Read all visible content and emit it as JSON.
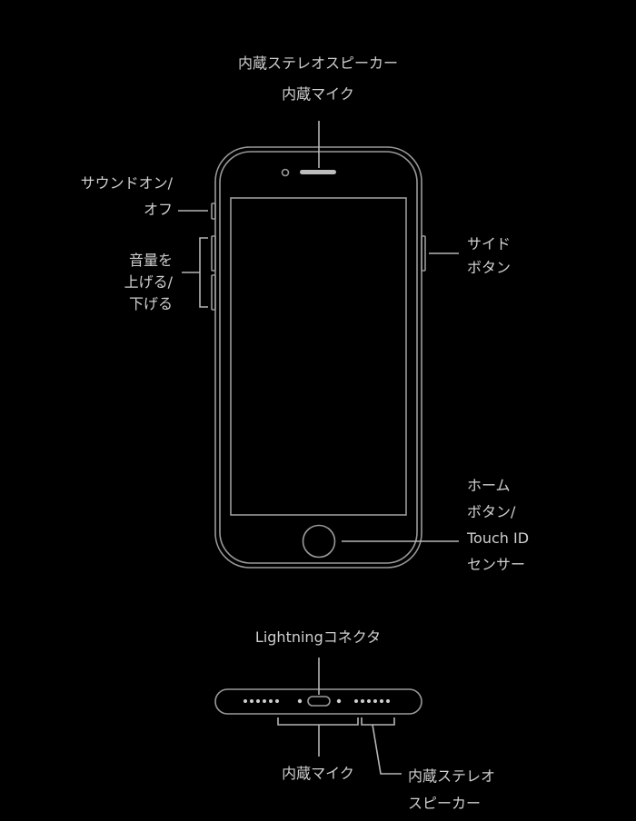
{
  "labels": {
    "speaker_top": "内蔵ステレオスピーカー",
    "mic_top": "内蔵マイク",
    "ring_switch": [
      "サウンドオン/",
      "オフ"
    ],
    "volume": [
      "音量を",
      "上げる/",
      "下げる"
    ],
    "side_button": [
      "サイド",
      "ボタン"
    ],
    "home_button": [
      "ホーム",
      "ボタン/",
      "Touch ID",
      "センサー"
    ],
    "lightning": "Lightningコネクタ",
    "mic_bottom": "内蔵マイク",
    "speaker_bottom": [
      "内蔵ステレオ",
      "スピーカー"
    ]
  },
  "colors": {
    "background": "#000000",
    "outline": "#9a9a9a",
    "text": "#cfcfcf"
  }
}
